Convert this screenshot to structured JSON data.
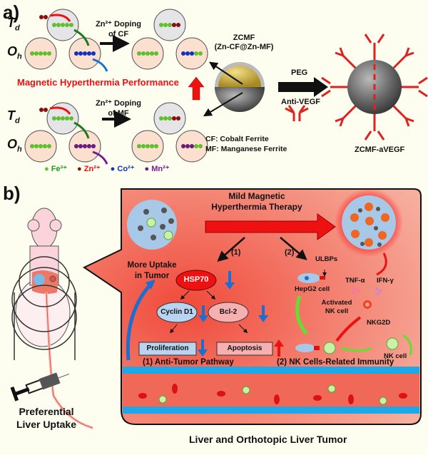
{
  "panel_a": {
    "label": "a)",
    "site_td": "T",
    "site_td_sub": "d",
    "site_oh": "O",
    "site_oh_sub": "h",
    "doping_cf": [
      "Zn²⁺ Doping",
      "of CF"
    ],
    "doping_mf": [
      "Zn²⁺ Doping",
      "of MF"
    ],
    "performance": "Magnetic Hyperthermia Performance",
    "zcmf_title": "ZCMF",
    "zcmf_sub": "(Zn-CF@Zn-MF)",
    "peg": "PEG",
    "anti_vegf": "Anti-VEGF",
    "cf_def": "CF: Cobalt Ferrite",
    "mf_def": "MF: Manganese Ferrite",
    "product": "ZCMF-aVEGF",
    "legend": [
      {
        "label": "Fe³⁺",
        "color": "#5fbf2f",
        "text_color": "#1a9a1a"
      },
      {
        "label": "Zn²⁺",
        "color": "#8b0d0d",
        "text_color": "#ee1111"
      },
      {
        "label": "Co²⁺",
        "color": "#1030c0",
        "text_color": "#1030c0"
      },
      {
        "label": "Mn²⁺",
        "color": "#6a1a7a",
        "text_color": "#7a1a9a"
      }
    ]
  },
  "panel_b": {
    "label": "b)",
    "therapy": [
      "Mild Magnetic",
      "Hyperthermia Therapy"
    ],
    "path1": "(1)",
    "path2": "(2)",
    "more_uptake": [
      "More Uptake",
      "in Tumor"
    ],
    "hsp70": "HSP70",
    "cyclin": "Cyclin D1",
    "bcl2": "Bcl-2",
    "proliferation": "Proliferation",
    "apoptosis": "Apoptosis",
    "anti_tumor": "(1) Anti-Tumor Pathway",
    "ulbps": "ULBPs",
    "hepg2": "HepG2 cell",
    "tnf": "TNF-α",
    "ifn": "IFN-γ",
    "activated_nk": [
      "Activated",
      "NK cell"
    ],
    "nkg2d": "NKG2D",
    "nk_cell": "NK cell",
    "nk_immunity": "(2) NK Cells-Related Immunity",
    "preferential": [
      "Preferential",
      "Liver Uptake"
    ],
    "liver_caption": "Liver and Orthotopic Liver Tumor"
  },
  "colors": {
    "background": "#fdfdf0",
    "accent_red": "#ee1111",
    "down_blue": "#1a6fd0",
    "panel_red": "#f0604a"
  }
}
